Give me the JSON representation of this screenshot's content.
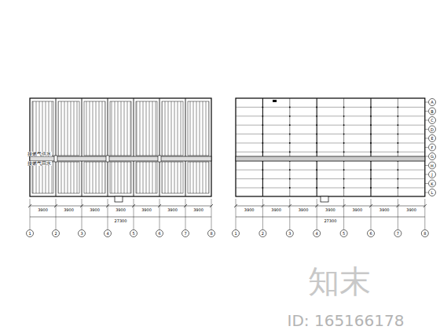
{
  "diagram": {
    "labels": [
      "接燃气供水",
      "接燃气回水",
      "3900",
      "3900",
      "3900",
      "3900",
      "3900",
      "3900",
      "3900",
      "27300",
      "1",
      "2",
      "3",
      "4",
      "5",
      "6",
      "7",
      "8",
      "3900",
      "3900",
      "3900",
      "3900",
      "3900",
      "3900",
      "3900",
      "27300",
      "1",
      "2",
      "3",
      "4",
      "5",
      "6",
      "7",
      "8",
      "A",
      "B",
      "C",
      "D",
      "E",
      "F",
      "G",
      "H",
      "J",
      "K",
      "L",
      "知末",
      "ID: 165166178"
    ]
  }
}
